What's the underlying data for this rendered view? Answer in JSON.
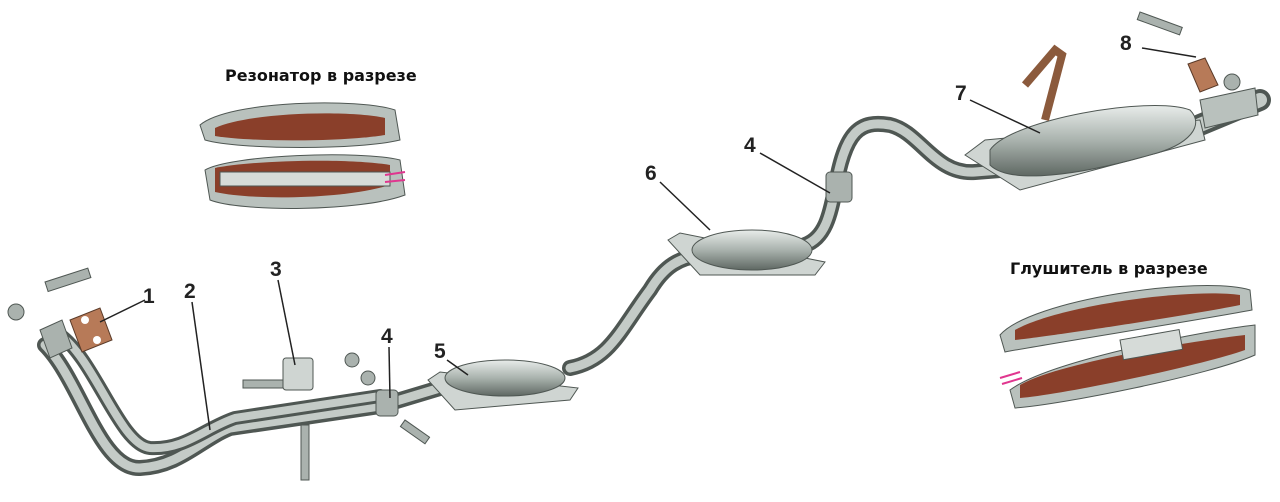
{
  "captions": {
    "resonator_section": "Резонатор в разрезе",
    "muffler_section": "Глушитель в разрезе"
  },
  "callouts": [
    "1",
    "2",
    "3",
    "4",
    "5",
    "6",
    "4",
    "7",
    "8"
  ],
  "colors": {
    "pipe": "#9aa39e",
    "pipe_dark": "#4f5753",
    "gasket": "#b77a58",
    "interior": "#8a3f2a",
    "gas_flow": "#e0368f"
  }
}
